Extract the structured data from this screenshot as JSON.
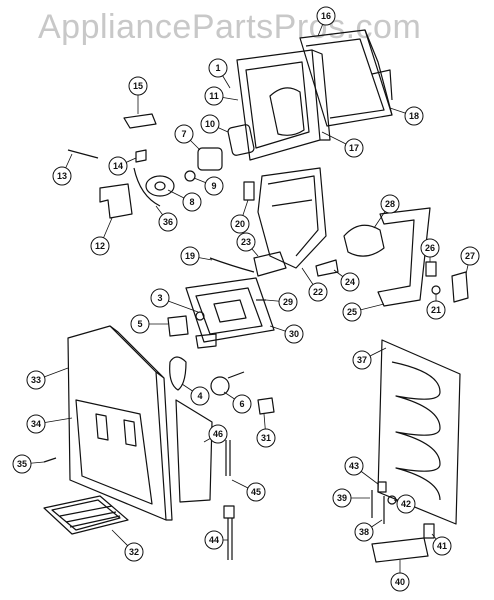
{
  "watermark": "AppliancePartsPros.com",
  "callouts": [
    "1",
    "3",
    "4",
    "5",
    "6",
    "7",
    "8",
    "9",
    "10",
    "11",
    "12",
    "13",
    "14",
    "15",
    "16",
    "17",
    "18",
    "19",
    "20",
    "21",
    "22",
    "23",
    "24",
    "25",
    "26",
    "27",
    "28",
    "29",
    "30",
    "31",
    "32",
    "33",
    "34",
    "35",
    "36",
    "37",
    "38",
    "39",
    "40",
    "41",
    "42",
    "43",
    "44",
    "45",
    "46"
  ]
}
